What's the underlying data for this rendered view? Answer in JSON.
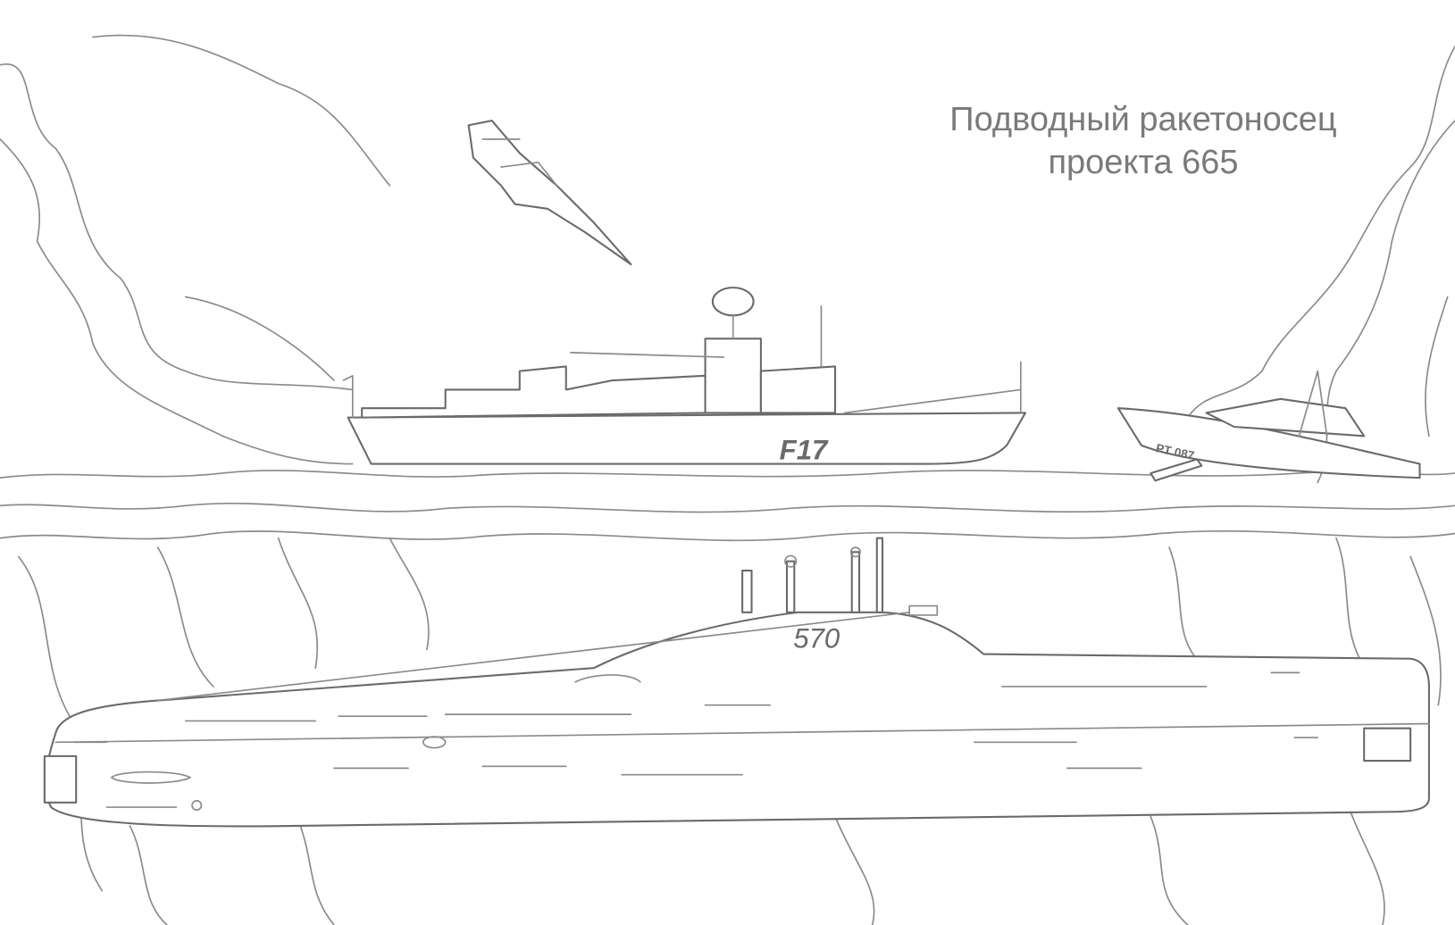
{
  "title": {
    "line1": "Подводный ракетоносец",
    "line2": "проекта 665"
  },
  "frigate": {
    "hull_number": "F17"
  },
  "patrol_boat": {
    "hull_number": "PT 087"
  },
  "submarine": {
    "hull_number": "570"
  },
  "colors": {
    "line": "#8a8a8a",
    "background": "#ffffff"
  }
}
